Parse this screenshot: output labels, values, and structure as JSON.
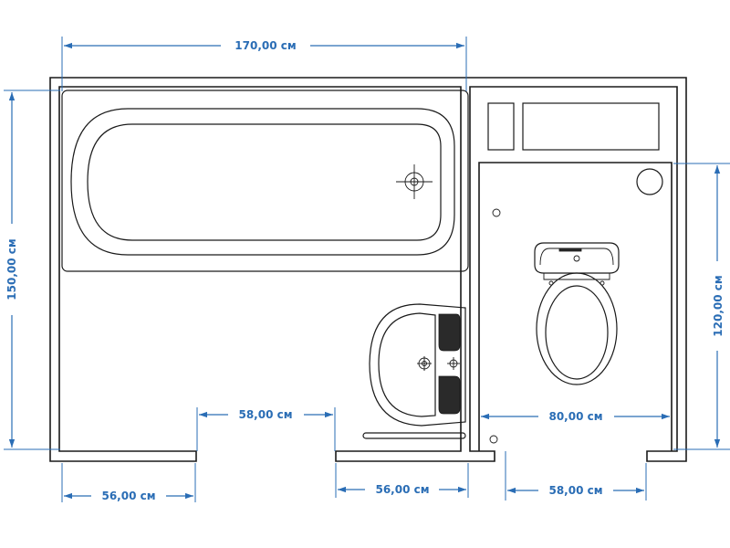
{
  "dimensions": {
    "top_width": "170,00 см",
    "left_height": "150,00 см",
    "right_height": "120,00 см",
    "door_bath_opening": "58,00 см",
    "bottom_left_wall": "56,00 см",
    "bottom_middle_wall": "56,00 см",
    "toilet_room_width": "80,00 см",
    "door_toilet_opening": "58,00 см"
  },
  "colors": {
    "dimension": "#2a6db5",
    "lines": "#1a1a1a",
    "background": "#ffffff"
  }
}
